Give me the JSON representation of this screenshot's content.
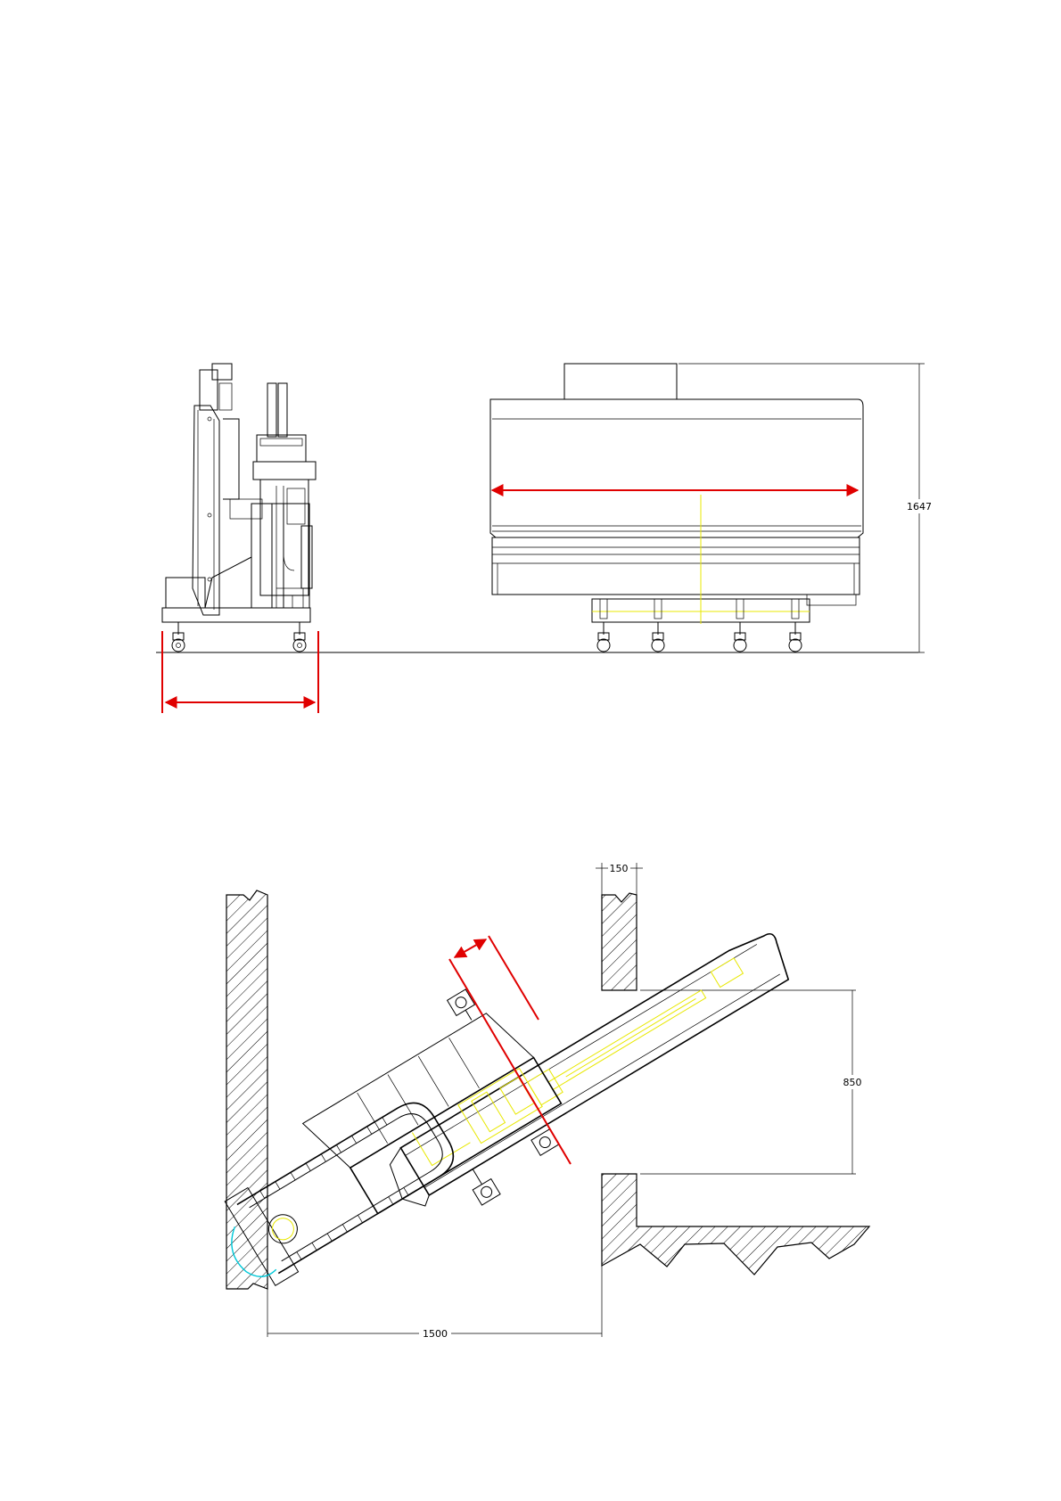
{
  "dimensions": {
    "height_side_view": "1647",
    "wall_thickness": "150",
    "opening_width": "850",
    "corridor_width": "1500"
  },
  "colors": {
    "outline": "#000000",
    "reference_arrow": "#e00000",
    "hidden_detail": "#e8e800",
    "cable": "#00c8d8"
  }
}
